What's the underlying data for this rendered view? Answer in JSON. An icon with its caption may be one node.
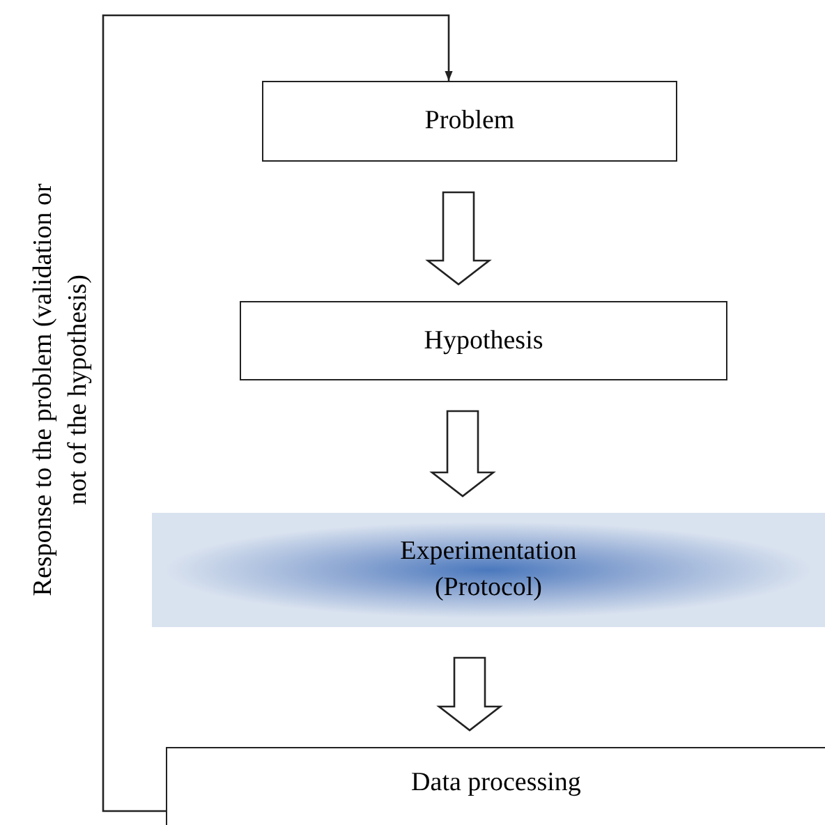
{
  "diagram": {
    "nodes": [
      {
        "text": [
          "Problem"
        ]
      },
      {
        "text": [
          "Hypothesis"
        ]
      },
      {
        "text": [
          "Experimentation",
          "(Protocol)"
        ]
      },
      {
        "text": [
          "Data processing"
        ]
      }
    ],
    "edges": [
      {
        "from": 0,
        "to": 1,
        "arrow": "to"
      },
      {
        "from": 1,
        "to": 2,
        "arrow": "to"
      },
      {
        "from": 2,
        "to": 3,
        "arrow": "to"
      },
      {
        "from": 3,
        "to": 0,
        "arrow": "to",
        "label": "Response to the problem (validation or not of the hypothesis)"
      }
    ]
  }
}
